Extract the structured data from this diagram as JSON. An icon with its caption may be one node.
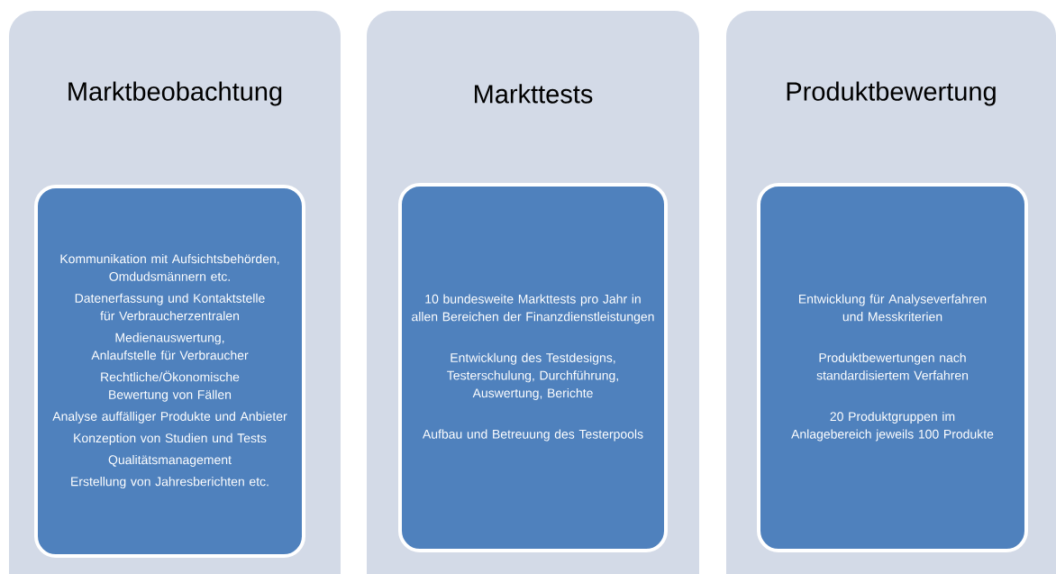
{
  "diagram": {
    "nodes": [
      {
        "text": [
          "Marktbeobachtung"
        ]
      },
      {
        "text": [
          "Kommunikation mit Aufsichtsbehörden, Omdudsmännern etc.",
          "Datenerfassung und Kontaktstelle für Verbraucherzentralen",
          "Medienauswertung, Anlaufstelle für Verbraucher",
          "Rechtliche/Ökonomische Bewertung von Fällen",
          "Analyse auffälliger Produkte und Anbieter",
          "Konzeption von Studien und Tests",
          "Qualitätsmanagement",
          "Erstellung von Jahresberichten etc."
        ],
        "in": 0
      },
      {
        "text": [
          "Markttests"
        ]
      },
      {
        "text": [
          "10 bundesweite Markttests pro Jahr in allen Bereichen der Finanzdienstleistungen",
          "Entwicklung des Testdesigns, Testerschulung, Durchführung, Auswertung, Berichte",
          "Aufbau und Betreuung des Testerpools"
        ],
        "in": 2
      },
      {
        "text": [
          "Produktbewertung"
        ]
      },
      {
        "text": [
          "Entwicklung für Analyseverfahren und Messkriterien",
          "Produktbewertungen nach standardisiertem Verfahren",
          "20 Produktgruppen im Anlagebereich jeweils 100 Produkte"
        ],
        "in": 4
      }
    ]
  }
}
